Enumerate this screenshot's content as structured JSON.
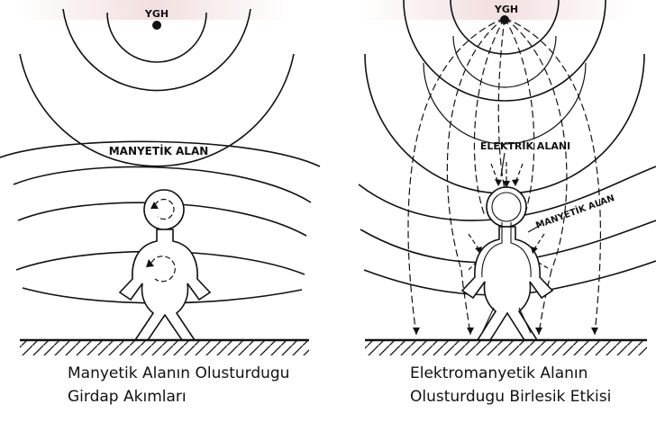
{
  "left_panel": {
    "source_label": "YGH",
    "field_label": "MANYETİK ALAN",
    "caption_line1": "Manyetik Alanın Olusturdugu",
    "caption_line2": "Girdap Akımları"
  },
  "right_panel": {
    "source_label": "YGH",
    "electric_label": "ELEKTRİK ALANI",
    "magnetic_label": "MANYETİK ALAN",
    "caption_line1": "Elektromanyetik Alanın",
    "caption_line2": "Olusturdugu Birlesik Etkisi"
  },
  "colors": {
    "line": "#111111",
    "watermark": "#e8c4c4"
  }
}
